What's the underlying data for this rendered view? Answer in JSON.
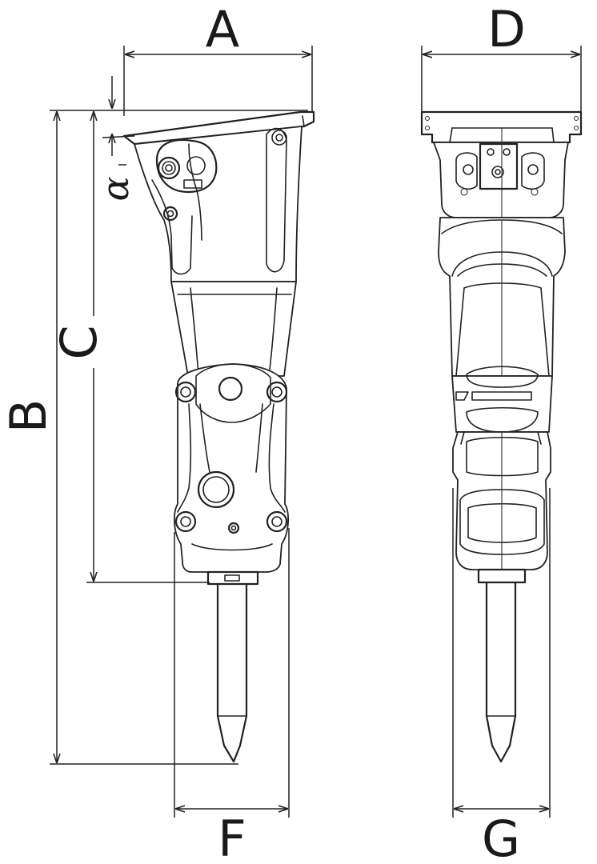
{
  "diagram": {
    "labels": {
      "A": "A",
      "B": "B",
      "C": "C",
      "D": "D",
      "F": "F",
      "G": "G",
      "alpha": "α"
    }
  }
}
